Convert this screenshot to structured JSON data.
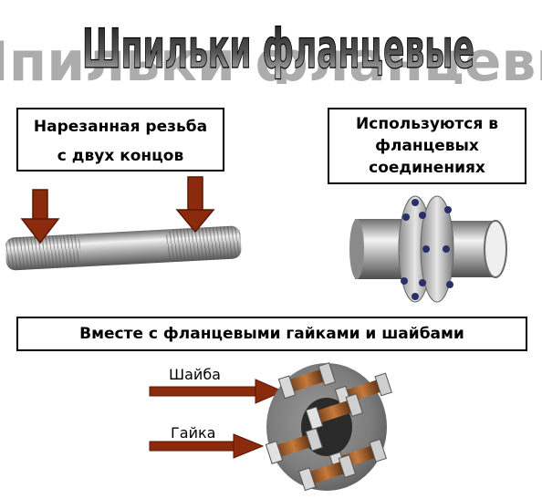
{
  "title": "Шпильки фланцевые",
  "box_thread": {
    "line1": "Нарезанная резьба",
    "line2": "с двух концов"
  },
  "box_use": {
    "line1": "Используются в",
    "line2": "фланцевых",
    "line3": "соединениях"
  },
  "box_together": "Вместе с фланцевыми гайками и шайбами",
  "labels": {
    "washer": "Шайба",
    "nut": "Гайка"
  },
  "colors": {
    "arrow": "#8b2a0c",
    "arrow_dark": "#5a1805",
    "steel": "#b9b9b9"
  }
}
